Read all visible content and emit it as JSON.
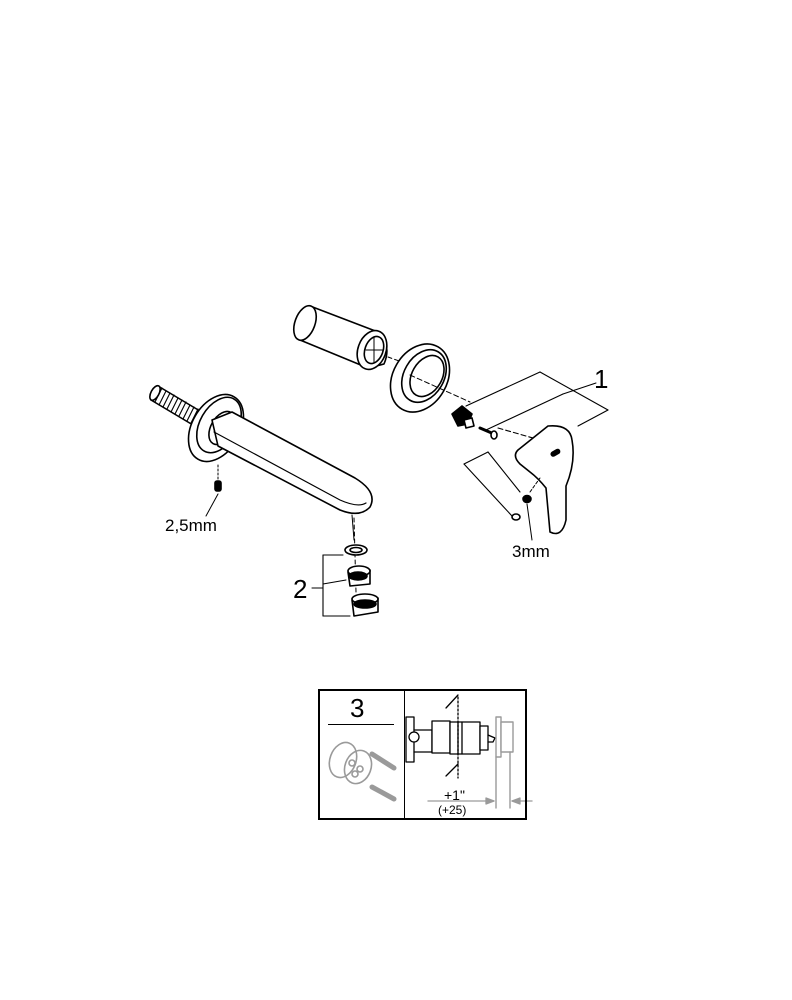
{
  "diagram": {
    "type": "exploded-parts-diagram",
    "subject": "wall-mounted basin mixer (spout + lever handle)",
    "callouts": [
      {
        "id": "1",
        "label": "1",
        "refers_to": "lever handle assembly (handle, cartridge adapter, screw)"
      },
      {
        "id": "2",
        "label": "2",
        "refers_to": "aerator set (washer, insert, housing)"
      },
      {
        "id": "3",
        "label": "3",
        "refers_to": "extension set (inset)"
      }
    ],
    "tool_sizes": [
      {
        "label": "2,5mm",
        "refers_to": "spout grub screw"
      },
      {
        "label": "3mm",
        "refers_to": "handle grub screw"
      }
    ],
    "inset": {
      "number": "3",
      "dimension_main": "+1\"",
      "dimension_sub": "(+25)"
    },
    "colors": {
      "line": "#000000",
      "grey_part": "#9a9a9a",
      "background": "#ffffff"
    }
  }
}
